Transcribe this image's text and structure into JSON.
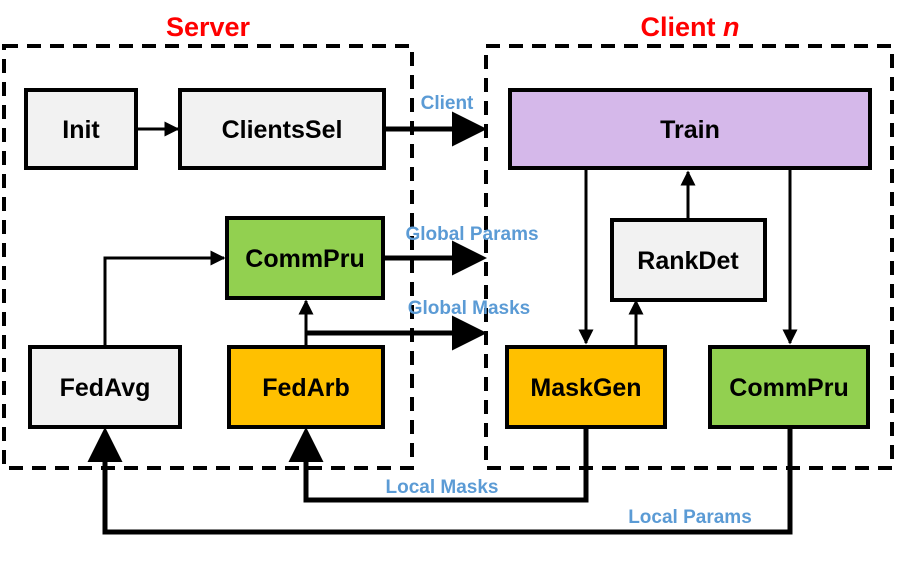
{
  "server": {
    "title": "Server"
  },
  "client": {
    "title_prefix": "Client ",
    "title_var": "n"
  },
  "nodes": {
    "init": {
      "label": "Init"
    },
    "clients_sel": {
      "label": "ClientsSel"
    },
    "server_commpru": {
      "label": "CommPru"
    },
    "fedavg": {
      "label": "FedAvg"
    },
    "fedarb": {
      "label": "FedArb"
    },
    "train": {
      "label": "Train"
    },
    "rankdet": {
      "label": "RankDet"
    },
    "maskgen": {
      "label": "MaskGen"
    },
    "client_commpru": {
      "label": "CommPru"
    }
  },
  "edges": {
    "client": "Client",
    "global_params": "Global Params",
    "global_masks": "Global Masks",
    "local_masks": "Local Masks",
    "local_params": "Local Params"
  },
  "colors": {
    "title": "#ff0000",
    "edge_label": "#5b9bd5",
    "gray": "#f2f2f2",
    "green": "#92d050",
    "orange": "#ffc000",
    "purple": "#d5b8ea",
    "line": "#000000"
  }
}
